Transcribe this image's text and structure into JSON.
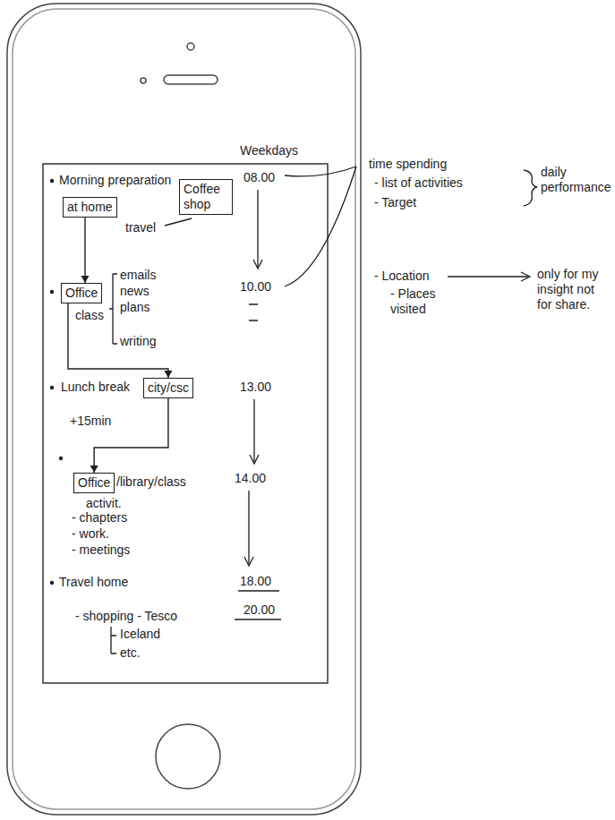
{
  "diagram": {
    "nodes": [
      {
        "text": [
          "at home"
        ]
      },
      {
        "text": [
          "Coffee shop"
        ]
      },
      {
        "text": [
          "Office"
        ]
      },
      {
        "text": [
          "city/csc"
        ]
      },
      {
        "text": [
          "Office"
        ]
      }
    ],
    "edges": [
      {
        "from": 0,
        "to": 2,
        "arrow": "to",
        "label": "travel"
      },
      {
        "from": 2,
        "to": 3,
        "arrow": "to"
      },
      {
        "from": 3,
        "to": 4,
        "arrow": "to"
      }
    ],
    "labels": [
      "Weekdays",
      "Morning preparation",
      "08.00",
      "emails",
      "news",
      "plans",
      "writing",
      "class",
      "10.00",
      "Lunch break",
      "+15min",
      "13.00",
      "/library/class",
      "activit.",
      "- chapters",
      "- work.",
      "- meetings",
      "14.00",
      "Travel home",
      "18.00",
      "20.00",
      "- shopping - Tesco",
      "Iceland",
      "etc.",
      "time spending",
      "- list of activities",
      "- Target",
      "daily performance",
      "- Location",
      "- Places visited",
      "only for my insight not for share."
    ]
  }
}
